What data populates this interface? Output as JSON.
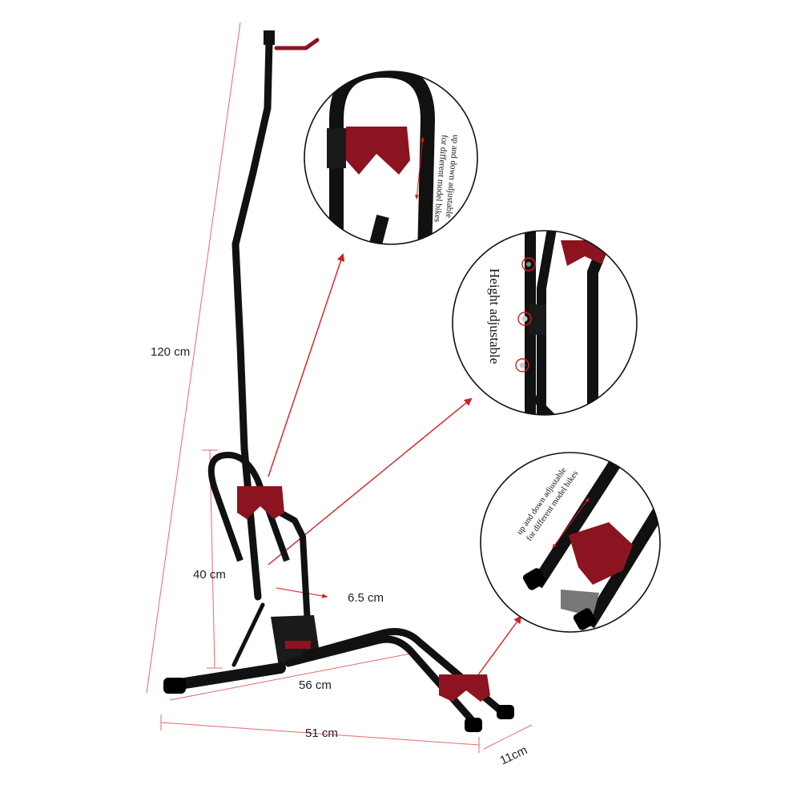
{
  "colors": {
    "frame": "#111111",
    "accent": "#8b1420",
    "dimension_line": "#e03c3c",
    "arrow": "#d41e1e",
    "callout_border": "#111111"
  },
  "dimensions": {
    "height_total": "120 cm",
    "height_cradle": "40 cm",
    "slot_width": "6.5 cm",
    "base_depth": "56 cm",
    "base_length": "51 cm",
    "wheel_width": "11cm"
  },
  "callouts": {
    "top": {
      "line1": "up and down adjustable",
      "line2": "for different model bikes"
    },
    "middle": {
      "text": "Height adjustable"
    },
    "bottom": {
      "line1": "up and down adjustable",
      "line2": "for different model bikes"
    }
  }
}
